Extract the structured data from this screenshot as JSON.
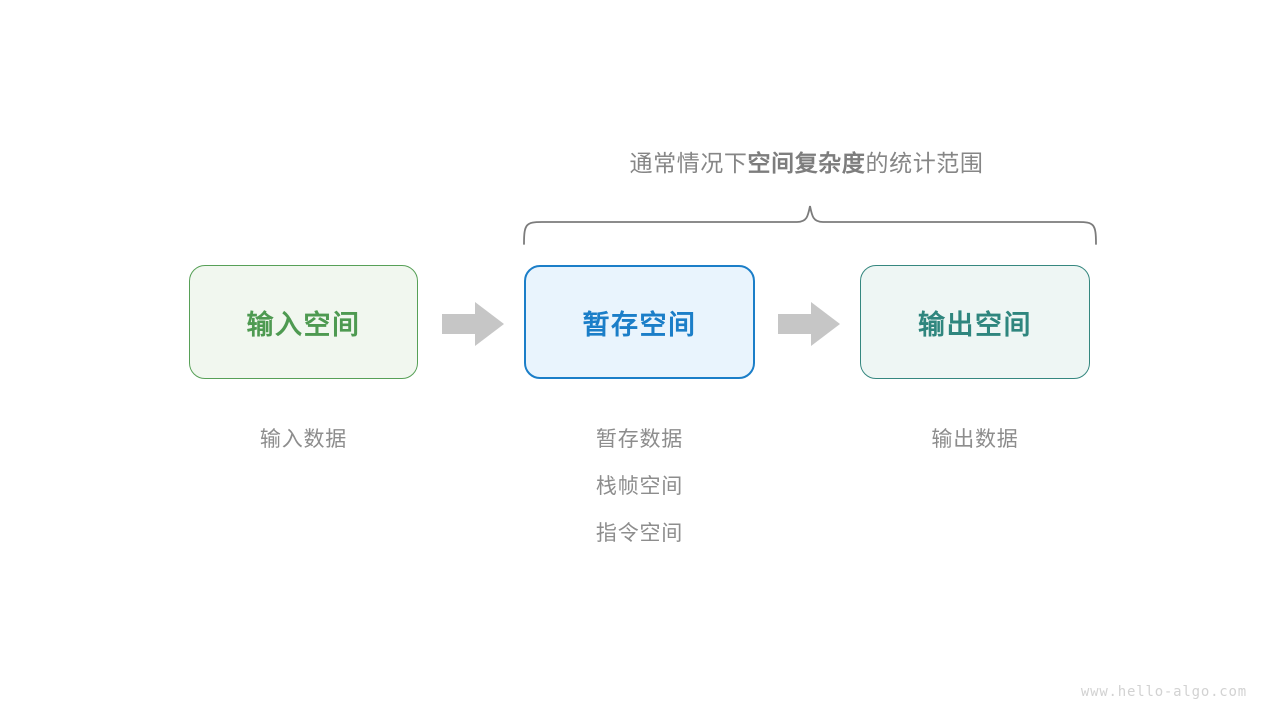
{
  "diagram": {
    "title_caption": {
      "prefix": "通常情况下",
      "emphasis": "空间复杂度",
      "suffix": "的统计范围",
      "color": "#868686"
    },
    "brace": {
      "name": "scope-brace",
      "color": "#7c7c7c",
      "spans_boxes": [
        "暂存空间",
        "输出空间"
      ]
    },
    "boxes": [
      {
        "id": "input-space",
        "label": "输入空间",
        "text_color": "#4e9a51",
        "fill_color": "#f1f7ef",
        "border_color": "#57a057"
      },
      {
        "id": "temp-space",
        "label": "暂存空间",
        "text_color": "#1b7ec8",
        "fill_color": "#e9f4fd",
        "border_color": "#1b7ec8"
      },
      {
        "id": "output-space",
        "label": "输出空间",
        "text_color": "#2f867e",
        "fill_color": "#eef6f4",
        "border_color": "#35877f"
      }
    ],
    "arrows": [
      {
        "id": "arrow-input-to-temp",
        "color": "#c6c6c6"
      },
      {
        "id": "arrow-temp-to-output",
        "color": "#c6c6c6"
      }
    ],
    "captions": {
      "input": [
        "输入数据"
      ],
      "temp": [
        "暂存数据",
        "栈帧空间",
        "指令空间"
      ],
      "output": [
        "输出数据"
      ],
      "color": "#8d8d8d"
    },
    "watermark": "www.hello-algo.com"
  }
}
